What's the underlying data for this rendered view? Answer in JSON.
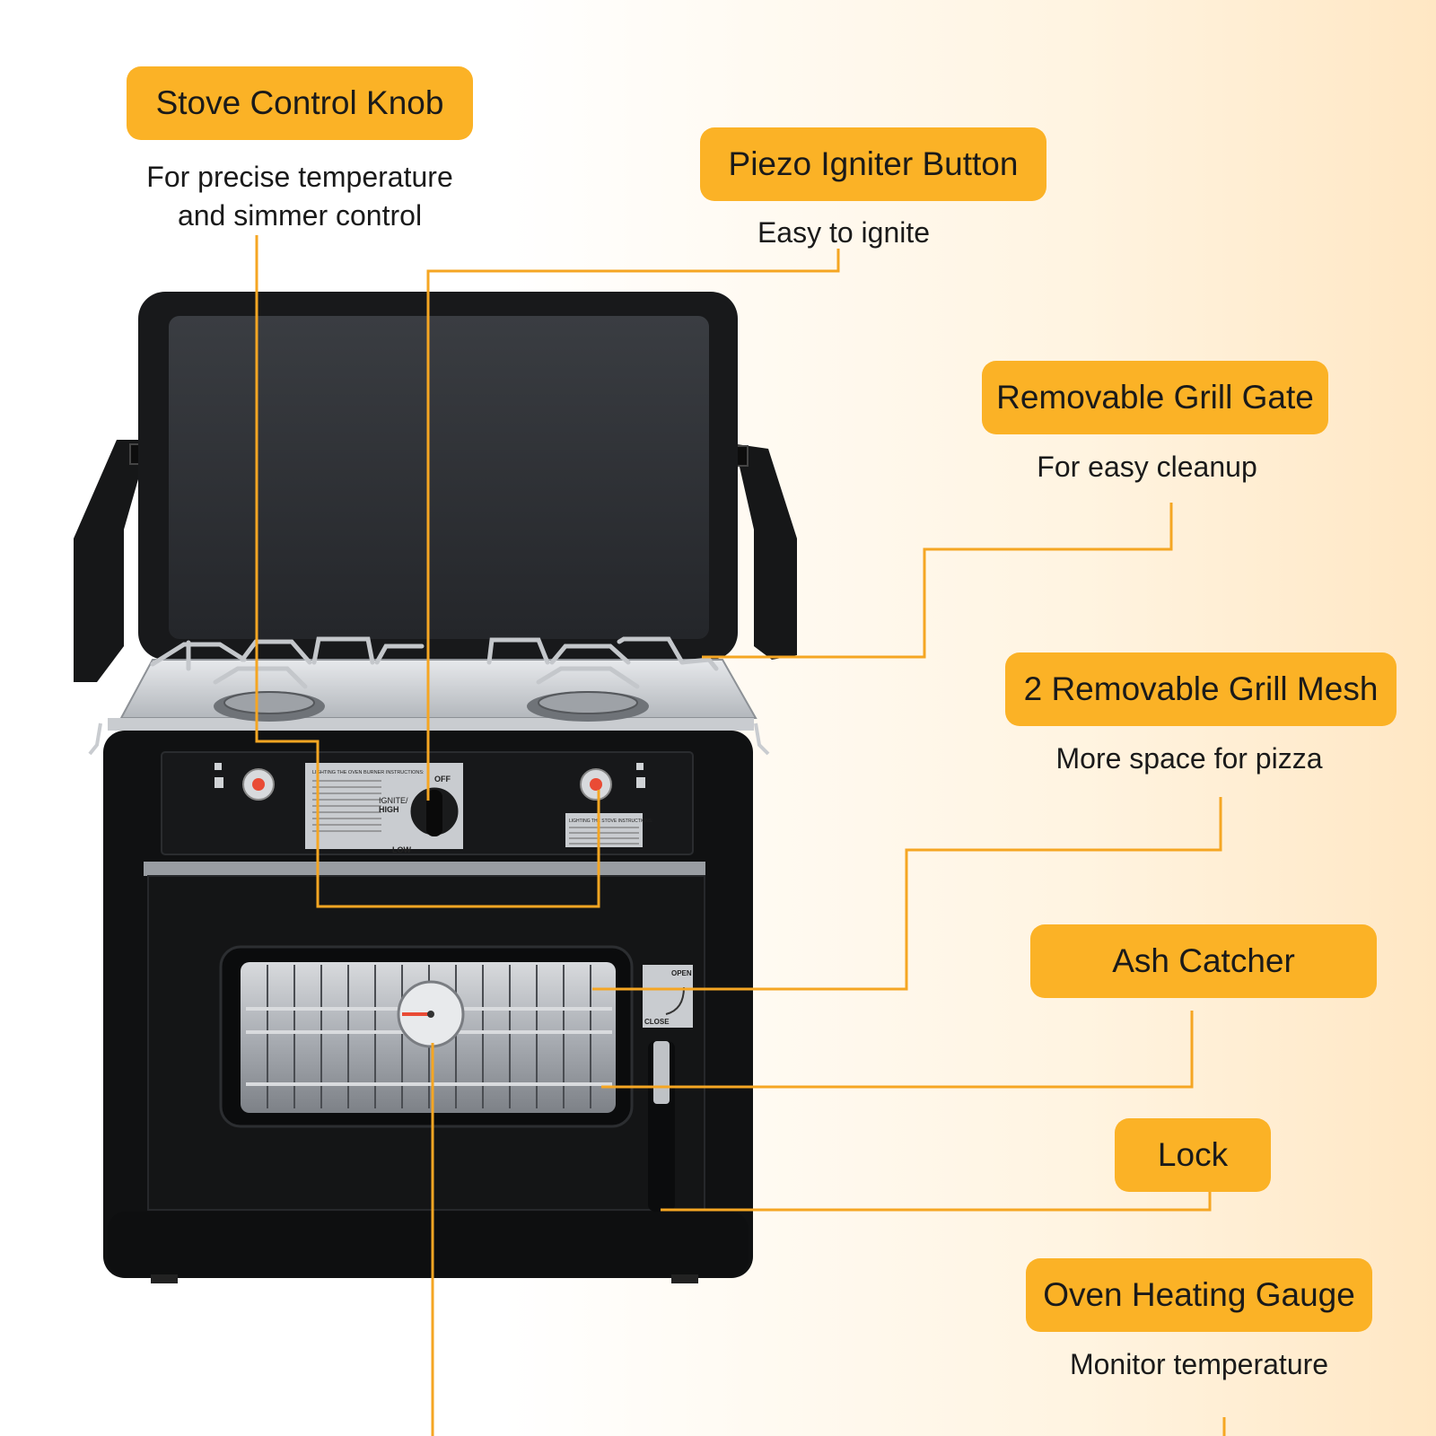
{
  "colors": {
    "accent": "#fbb226",
    "leader": "#f5a623",
    "text": "#1a1a1a"
  },
  "callouts": {
    "knob": {
      "title": "Stove Control Knob",
      "desc1": "For precise temperature",
      "desc2": "and simmer control"
    },
    "igniter": {
      "title": "Piezo Igniter Button",
      "desc": "Easy to ignite"
    },
    "grill_gate": {
      "title": "Removable Grill Gate",
      "desc": "For easy cleanup"
    },
    "grill_mesh": {
      "title": "2 Removable Grill Mesh",
      "desc": "More space for pizza"
    },
    "ash": {
      "title": "Ash Catcher"
    },
    "lock": {
      "title": "Lock"
    },
    "gauge": {
      "title": "Oven Heating Gauge",
      "desc": "Monitor temperature"
    }
  },
  "panel": {
    "oven_instructions": "LIGHTING THE OVEN BURNER INSTRUCTIONS:",
    "stove_instructions": "LIGHTING THE STOVE INSTRUCTIONS:",
    "off": "OFF",
    "ignite": "IGNITE/",
    "high": "HIGH",
    "low": "LOW"
  },
  "door": {
    "open": "OPEN",
    "close": "CLOSE"
  }
}
